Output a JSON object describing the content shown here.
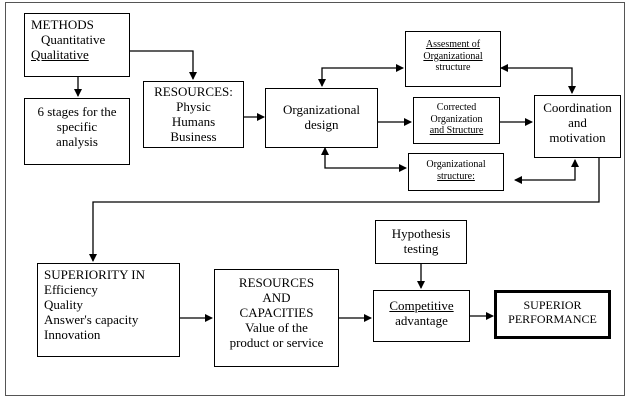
{
  "methods": {
    "title": "METHODS",
    "line1": "Quantitative",
    "line2": "Qualitative"
  },
  "stages": {
    "line1": "6 stages for the",
    "line2": "specific",
    "line3": "analysis"
  },
  "resources": {
    "title": "RESOURCES:",
    "line1": "Physic",
    "line2": "Humans",
    "line3": "Business"
  },
  "org_design": {
    "line1": "Organizational",
    "line2": "design"
  },
  "assessment": {
    "line1": "Assesment of",
    "line2": "Organizational",
    "line3": "structure"
  },
  "corrected": {
    "line1": "Corrected",
    "line2": "Organization",
    "line3": "and Structure"
  },
  "org_structure": {
    "line1": "Organizational",
    "line2": "structure:"
  },
  "coordination": {
    "line1": "Coordination",
    "line2": "and",
    "line3": "motivation"
  },
  "superiority": {
    "title": "SUPERIORITY IN",
    "line1": "Efficiency",
    "line2": "Quality",
    "line3": "Answer's capacity",
    "line4": "Innovation"
  },
  "res_cap": {
    "line1": "RESOURCES",
    "line2": "AND",
    "line3": "CAPACITIES",
    "line4": "Value of the",
    "line5": "product or service"
  },
  "hypothesis": {
    "line1": "Hypothesis",
    "line2": "testing"
  },
  "competitive": {
    "line1": "Competitive",
    "line2": "advantage"
  },
  "performance": {
    "line1": "SUPERIOR",
    "line2": "PERFORMANCE"
  }
}
